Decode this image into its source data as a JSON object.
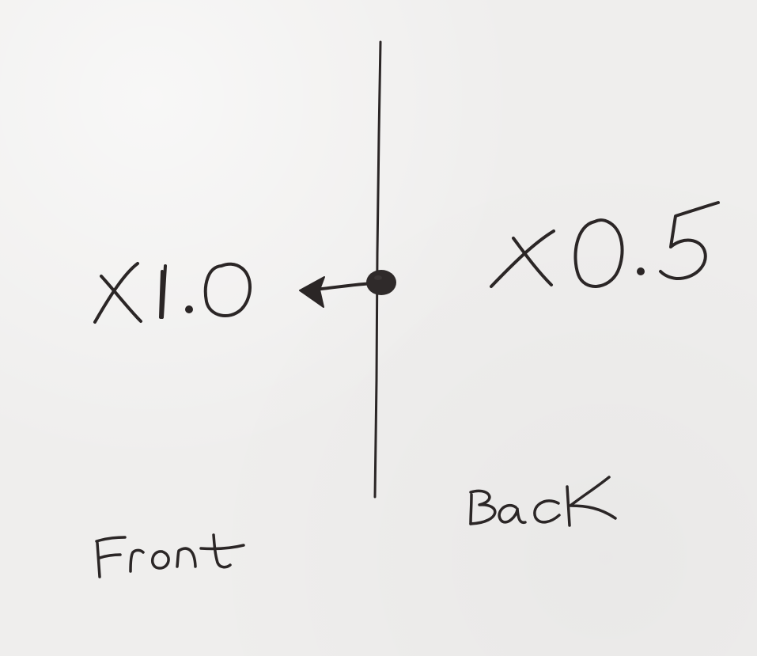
{
  "labels": {
    "front_factor": "X1.0",
    "back_factor": "X0.5",
    "front_side": "Front",
    "back_side": "Back"
  },
  "colors": {
    "paper": "#efeeed",
    "ink": "#2b2626"
  },
  "icons": {
    "arrow": "left-arrow-icon",
    "pivot": "pivot-dot-icon"
  }
}
